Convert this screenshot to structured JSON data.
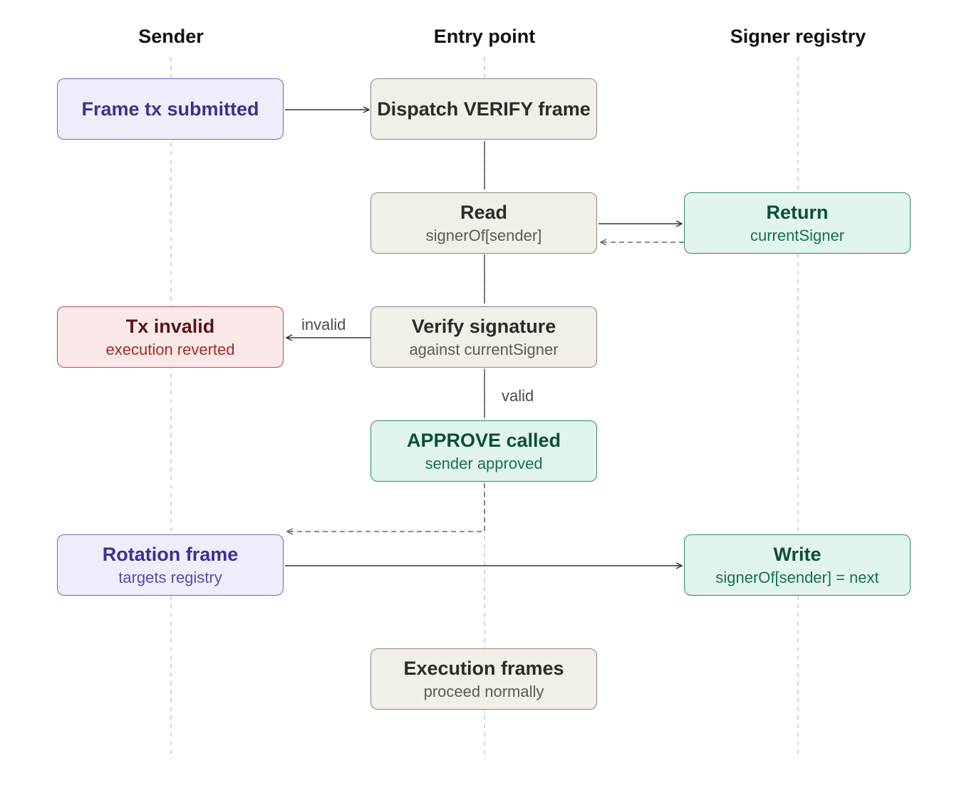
{
  "lanes": {
    "sender": "Sender",
    "entry_point": "Entry point",
    "signer_registry": "Signer registry"
  },
  "nodes": {
    "frame_tx": {
      "title": "Frame tx submitted"
    },
    "dispatch_verify": {
      "title": "Dispatch VERIFY frame"
    },
    "read": {
      "title": "Read",
      "subtitle": "signerOf[sender]"
    },
    "return": {
      "title": "Return",
      "subtitle": "currentSigner"
    },
    "tx_invalid": {
      "title": "Tx invalid",
      "subtitle": "execution reverted"
    },
    "verify_signature": {
      "title": "Verify signature",
      "subtitle": "against currentSigner"
    },
    "approve_called": {
      "title": "APPROVE called",
      "subtitle": "sender approved"
    },
    "rotation_frame": {
      "title": "Rotation frame",
      "subtitle": "targets registry"
    },
    "write": {
      "title": "Write",
      "subtitle": "signerOf[sender] = next"
    },
    "execution_frames": {
      "title": "Execution frames",
      "subtitle": "proceed normally"
    }
  },
  "edge_labels": {
    "invalid": "invalid",
    "valid": "valid"
  },
  "colors": {
    "sender_fill": "#eeedfc",
    "entry_fill": "#f2efe8",
    "success_fill": "#e1f5ec",
    "error_fill": "#fbe9e9",
    "lifeline": "#c8c8c8",
    "arrow": "#333333"
  }
}
